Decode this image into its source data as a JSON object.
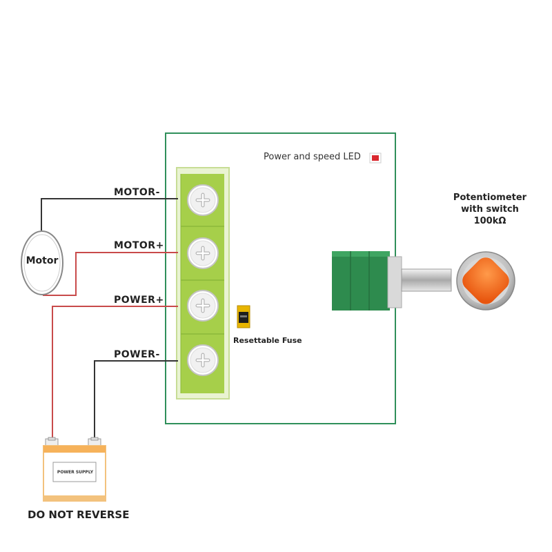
{
  "terminals": {
    "motor_neg": "MOTOR-",
    "motor_pos": "MOTOR+",
    "power_pos": "POWER+",
    "power_neg": "POWER-"
  },
  "led_label": "Power and speed LED",
  "fuse_label": "Resettable Fuse",
  "potentiometer": {
    "line1": "Potentiometer",
    "line2": "with switch",
    "line3": "100kΩ"
  },
  "motor_label": "Motor",
  "power_supply_label": "POWER SUPPLY",
  "warning": "DO NOT REVERSE",
  "colors": {
    "board_border": "#2f8f5a",
    "terminal_block": "#a6cf4a",
    "wire_negative": "#333333",
    "wire_positive": "#c84a4a",
    "led": "#d9272e",
    "pot_body": "#2e8b4e",
    "knob": "#f26b1d"
  }
}
